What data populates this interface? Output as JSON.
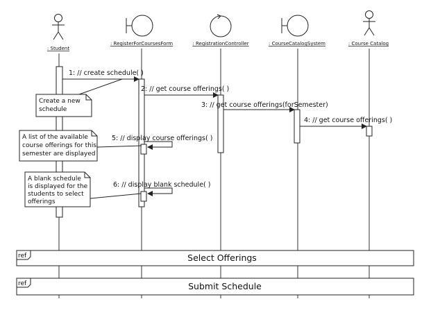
{
  "lifelines": [
    {
      "id": "student",
      "name": ": Student",
      "icon": "actor-icon"
    },
    {
      "id": "form",
      "name": ": RegisterForCoursesForm",
      "icon": "boundary-icon"
    },
    {
      "id": "controller",
      "name": ": RegistrationController",
      "icon": "control-icon"
    },
    {
      "id": "system",
      "name": ": CourseCatalogSystem",
      "icon": "boundary-icon"
    },
    {
      "id": "catalog",
      "name": ": Course Catalog",
      "icon": "actor-icon"
    }
  ],
  "messages": [
    {
      "label": "1: // create schedule( )"
    },
    {
      "label": "2: // get course offerings( )"
    },
    {
      "label": "3: // get course offerings(forSemester)"
    },
    {
      "label": "4: // get course offerings( )"
    },
    {
      "label": "5: // display course offerings( )"
    },
    {
      "label": "6: // display blank schedule( )"
    }
  ],
  "notes": [
    {
      "lines": [
        "Create a new",
        "schedule"
      ]
    },
    {
      "lines": [
        "A list of the available",
        "course offerings for this",
        "semester are displayed"
      ]
    },
    {
      "lines": [
        "A blank schedule",
        "is displayed for the",
        "students to select",
        "offerings"
      ]
    }
  ],
  "frames": [
    {
      "tag": "ref",
      "title": "Select Offerings"
    },
    {
      "tag": "ref",
      "title": "Submit Schedule"
    }
  ]
}
